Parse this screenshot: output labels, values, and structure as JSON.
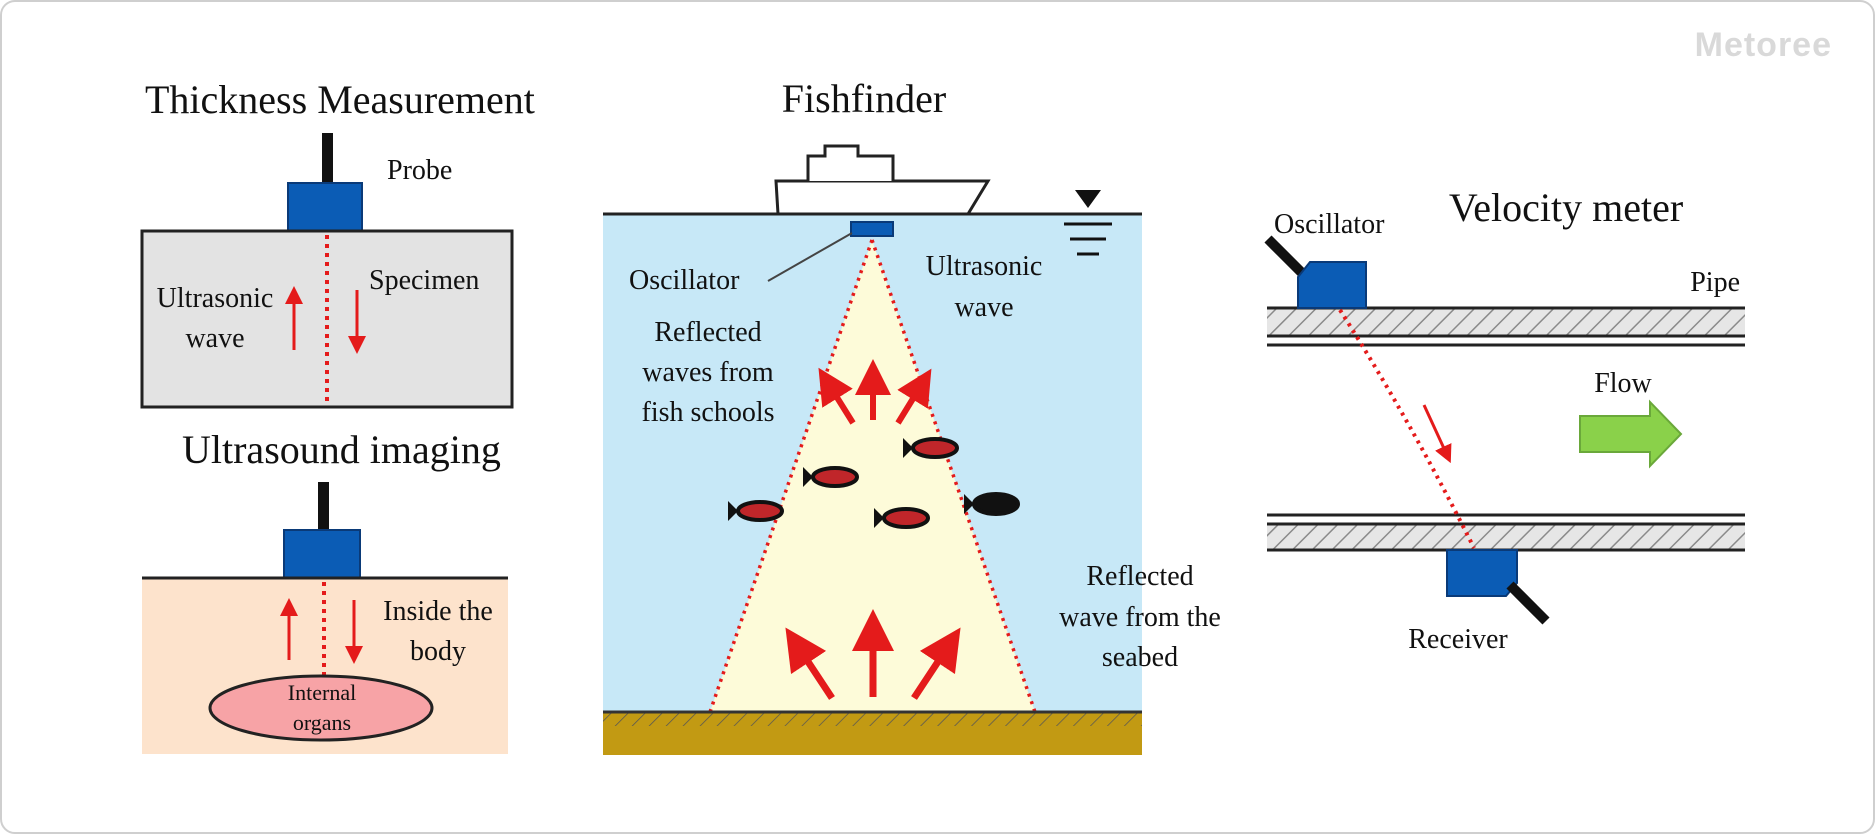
{
  "brand": "Metoree",
  "thickness": {
    "title": "Thickness Measurement",
    "probe": "Probe",
    "specimen": "Specimen",
    "wave_line1": "Ultrasonic",
    "wave_line2": "wave"
  },
  "imaging": {
    "title": "Ultrasound imaging",
    "body_line1": "Inside the",
    "body_line2": "body",
    "organs_line1": "Internal",
    "organs_line2": "organs"
  },
  "fishfinder": {
    "title": "Fishfinder",
    "oscillator": "Oscillator",
    "wave_line1": "Ultrasonic",
    "wave_line2": "wave",
    "fish_line1": "Reflected",
    "fish_line2": "waves from",
    "fish_line3": "fish schools",
    "seabed_line1": "Reflected",
    "seabed_line2": "wave from the",
    "seabed_line3": "seabed"
  },
  "velocity": {
    "title": "Velocity meter",
    "oscillator": "Oscillator",
    "pipe": "Pipe",
    "flow": "Flow",
    "receiver": "Receiver"
  },
  "colors": {
    "probe_blue": "#0b5cb5",
    "wave_red": "#e41b1b",
    "specimen_gray": "#e3e3e3",
    "body_skin": "#fde3cc",
    "organ_pink": "#f7a3a6",
    "water_blue": "#c7e8f7",
    "beam_yellow": "#fdfbd9",
    "seabed_brown": "#c29a13",
    "flow_green": "#8ad14a"
  }
}
